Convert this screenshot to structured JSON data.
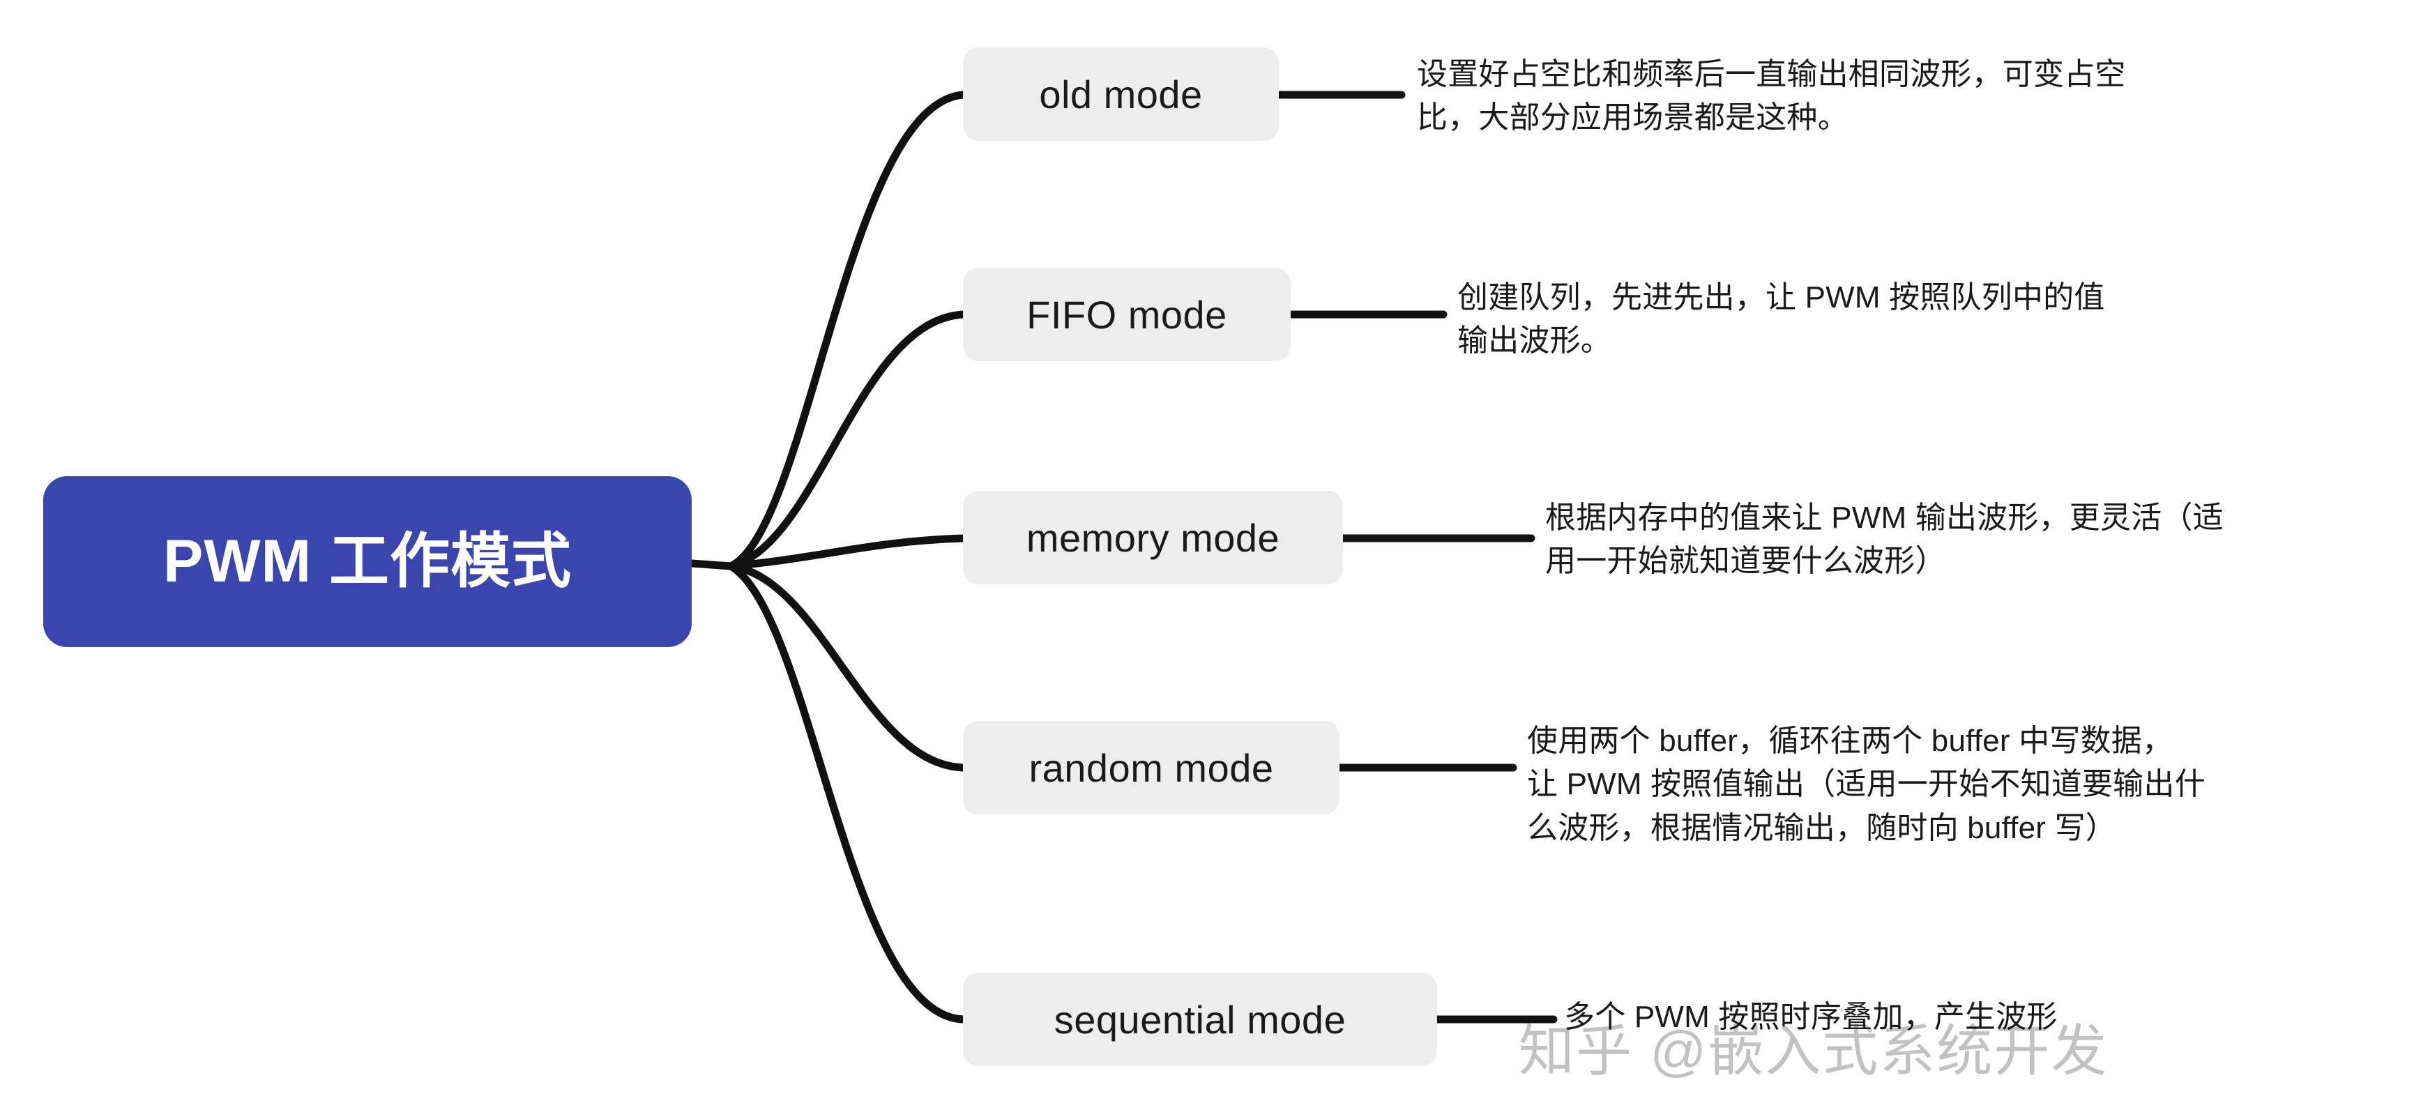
{
  "diagram": {
    "type": "mindmap",
    "title": "PWM 工作模式",
    "root": {
      "label": "PWM 工作模式",
      "fill_color": "#3A45AD",
      "text_color": "#FFFFFF"
    },
    "node_style": {
      "fill_color": "#EDEDED",
      "text_color": "#1A1A1A",
      "edge_color": "#111111"
    },
    "branches": [
      {
        "id": "old-mode",
        "label": "old mode",
        "description": "设置好占空比和频率后一直输出相同波形，可变占空\n比，大部分应用场景都是这种。"
      },
      {
        "id": "fifo-mode",
        "label": "FIFO mode",
        "description": "创建队列，先进先出，让 PWM 按照队列中的值\n输出波形。"
      },
      {
        "id": "memory-mode",
        "label": "memory mode",
        "description": "根据内存中的值来让 PWM 输出波形，更灵活（适\n用一开始就知道要什么波形）"
      },
      {
        "id": "random-mode",
        "label": "random mode",
        "description": "使用两个 buffer，循环往两个 buffer 中写数据，\n让 PWM 按照值输出（适用一开始不知道要输出什\n么波形，根据情况输出，随时向 buffer 写）"
      },
      {
        "id": "sequential-mode",
        "label": "sequential mode",
        "description": "多个 PWM 按照时序叠加，产生波形"
      }
    ],
    "watermark": "知乎 @嵌入式系统开发"
  }
}
